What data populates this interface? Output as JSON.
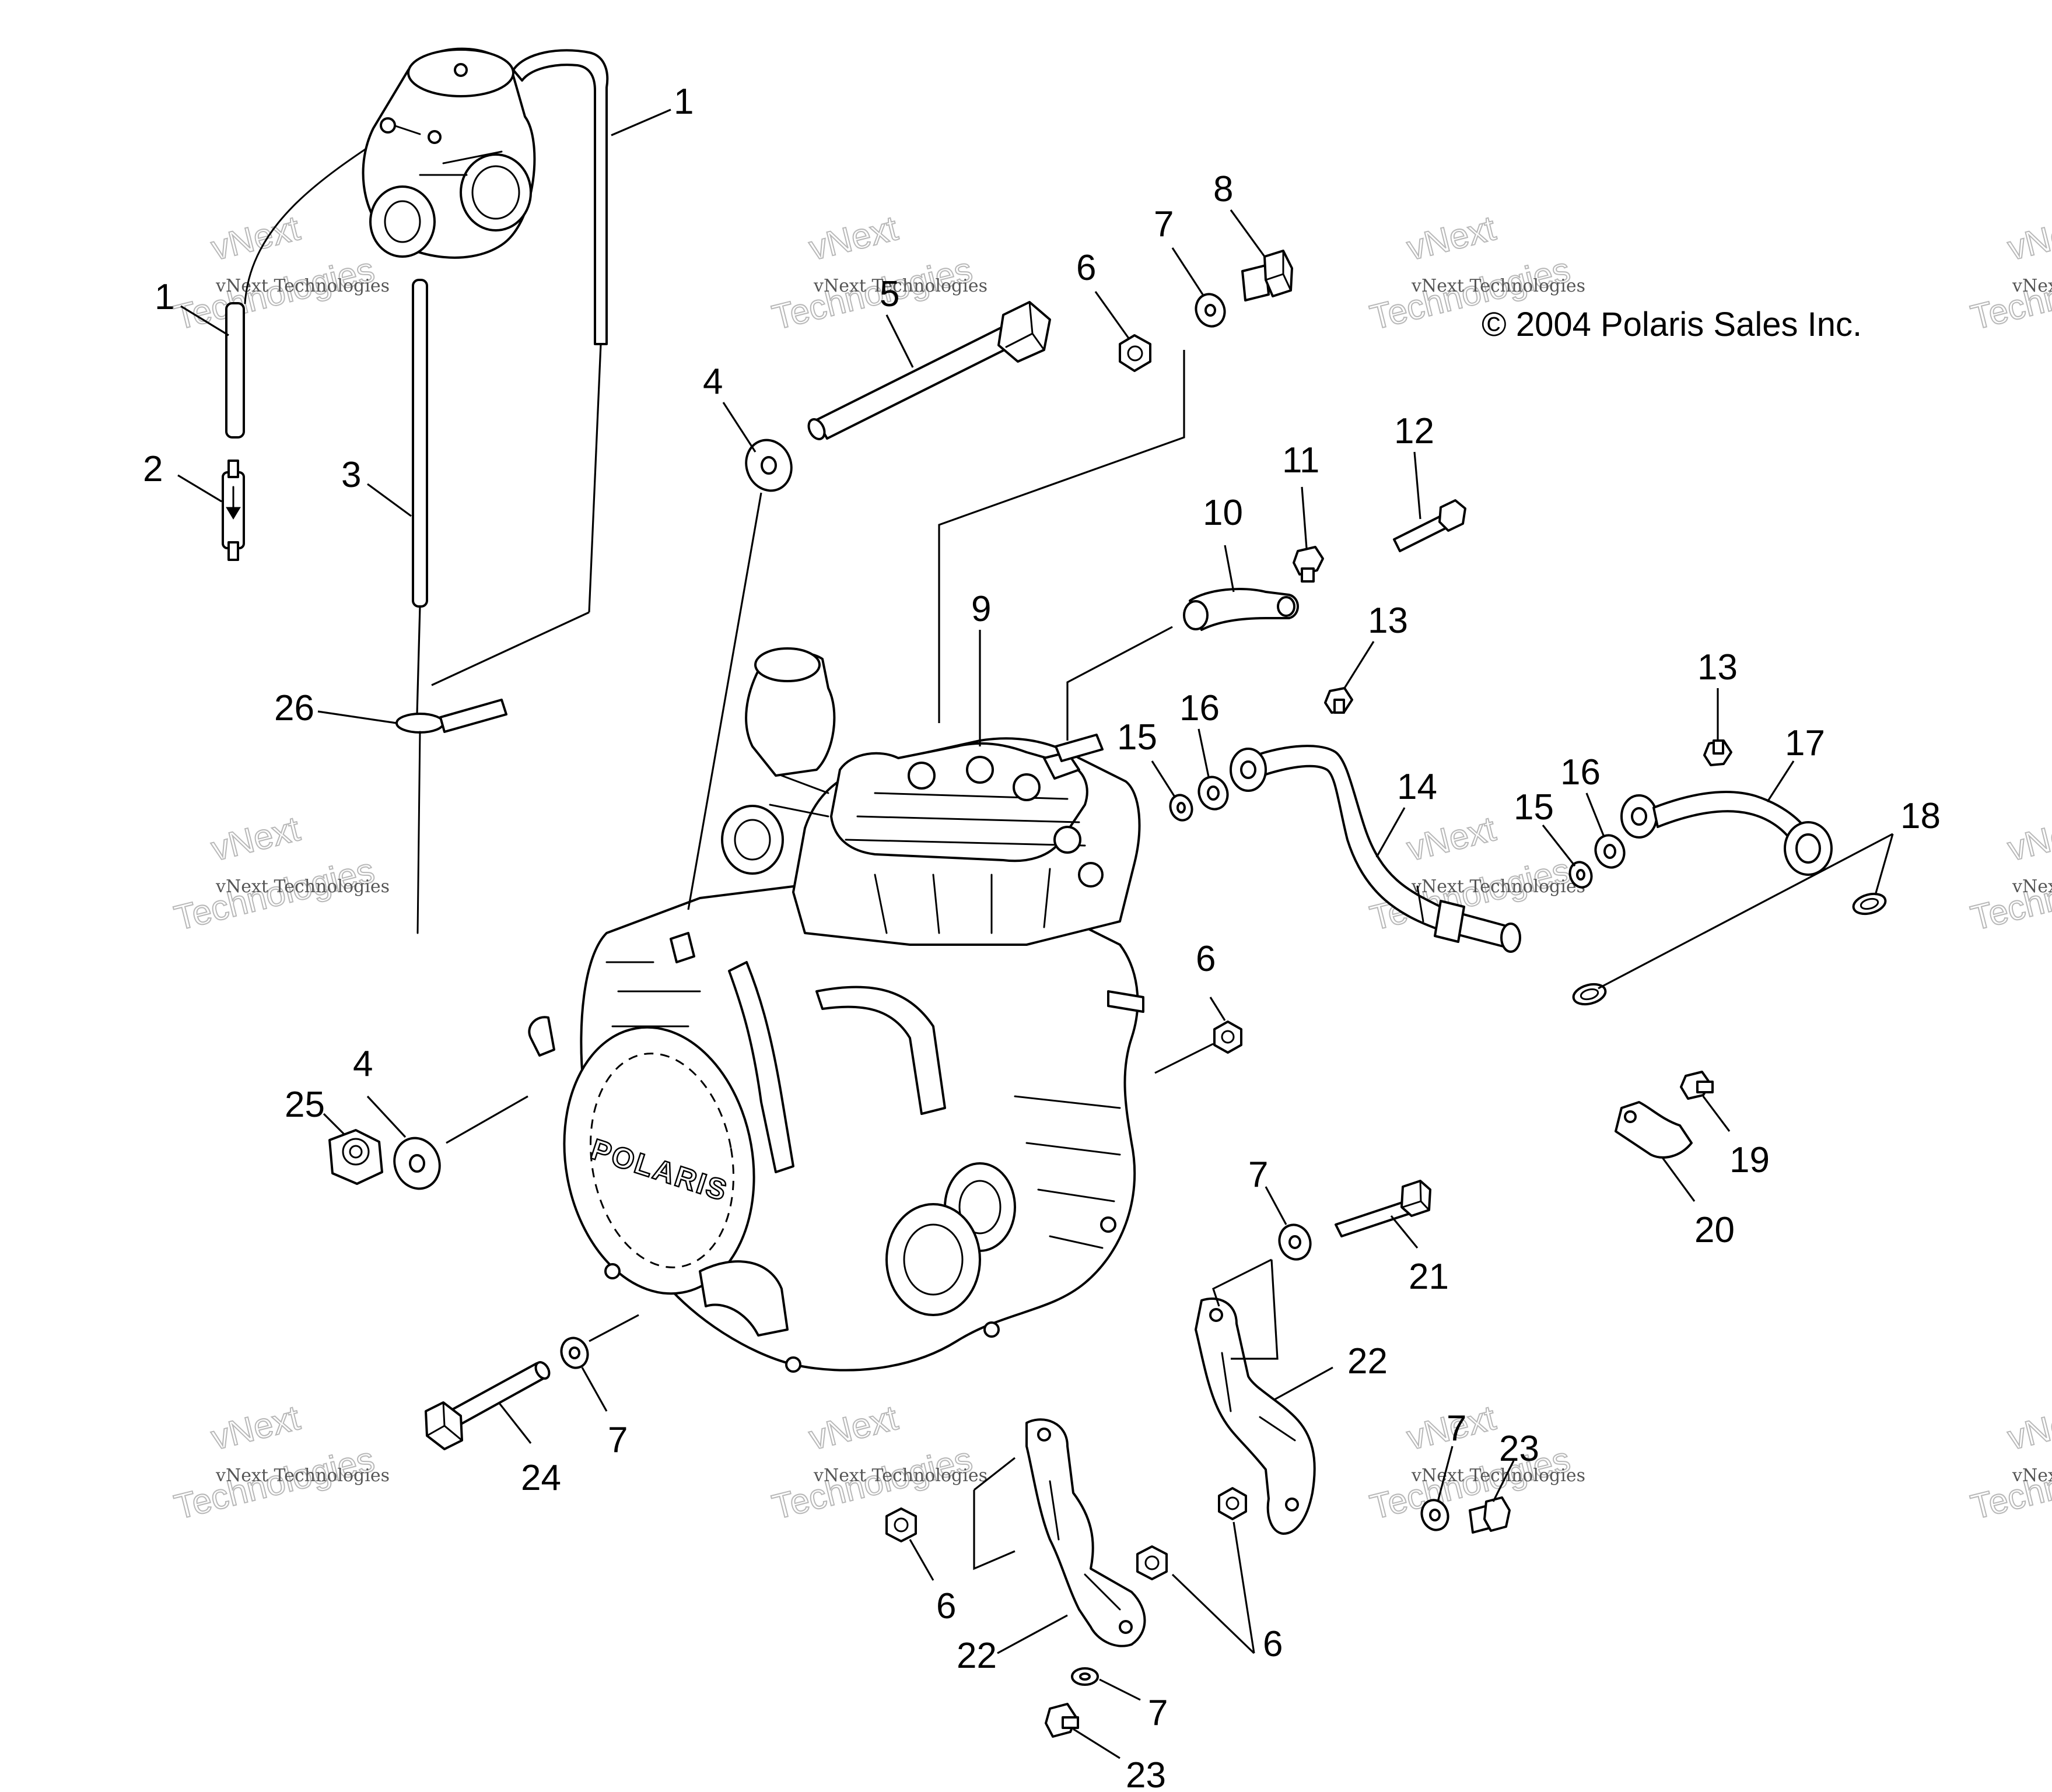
{
  "copyright": "© 2004 Polaris Sales Inc.",
  "engine_logo": "POLARIS",
  "watermark": {
    "line1": "vNext Technologies",
    "line2_top": "vNext",
    "line2_bottom": "Technologies"
  },
  "callouts": {
    "c1a": "1",
    "c1b": "1",
    "c2": "2",
    "c3": "3",
    "c4a": "4",
    "c4b": "4",
    "c5": "5",
    "c6a": "6",
    "c6b": "6",
    "c6c": "6",
    "c6d": "6",
    "c7a": "7",
    "c7b": "7",
    "c7c": "7",
    "c7d": "7",
    "c7e": "7",
    "c8": "8",
    "c9": "9",
    "c10": "10",
    "c11": "11",
    "c12": "12",
    "c13a": "13",
    "c13b": "13",
    "c14": "14",
    "c15a": "15",
    "c15b": "15",
    "c16a": "16",
    "c16b": "16",
    "c17": "17",
    "c18": "18",
    "c19": "19",
    "c20": "20",
    "c21": "21",
    "c22a": "22",
    "c22b": "22",
    "c23a": "23",
    "c23b": "23",
    "c24": "24",
    "c25": "25",
    "c26": "26"
  }
}
